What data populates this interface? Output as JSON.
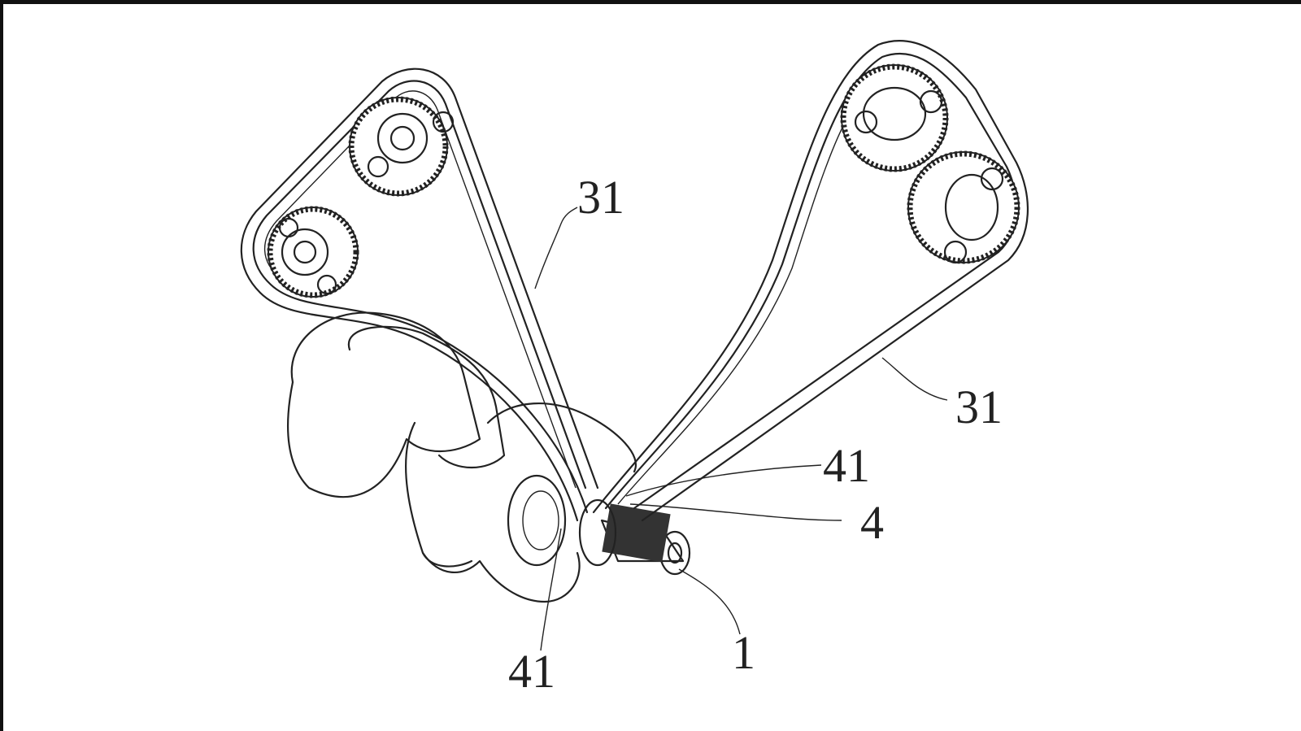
{
  "figure": {
    "labels": {
      "belt_upper": "31",
      "belt_right": "31",
      "sprocket_upper": "41",
      "gear": "4",
      "sprocket_lower": "41",
      "crankshaft": "1"
    }
  }
}
